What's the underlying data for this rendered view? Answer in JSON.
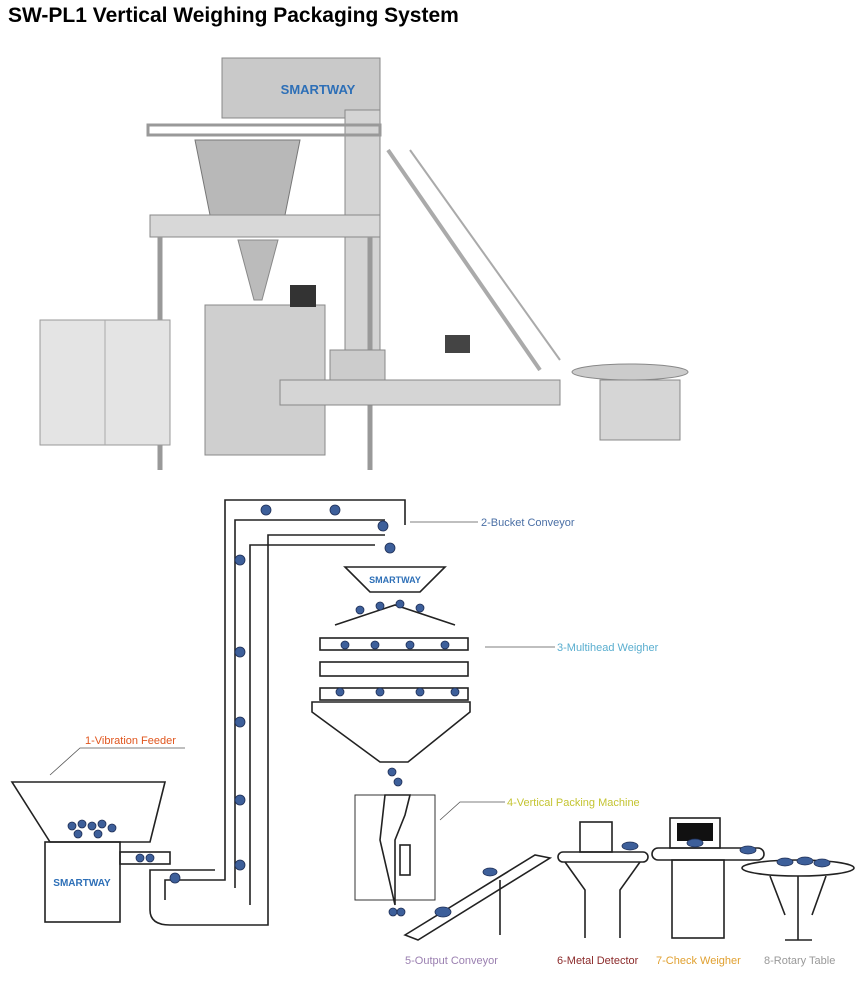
{
  "title": "SW-PL1 Vertical Weighing Packaging System",
  "logo_text": "SMARTWAY",
  "labels": [
    {
      "text": "1-Vibration Feeder",
      "color": "#e0561e"
    },
    {
      "text": "2-Bucket Conveyor",
      "color": "#4a6fa5"
    },
    {
      "text": "3-Multihead Weigher",
      "color": "#5aaecf"
    },
    {
      "text": "4-Vertical Packing Machine",
      "color": "#c4c432"
    },
    {
      "text": "5-Output Conveyor",
      "color": "#9a7fb0"
    },
    {
      "text": "6-Metal Detector",
      "color": "#8b2a2a"
    },
    {
      "text": "7-Check Weigher",
      "color": "#e0a030"
    },
    {
      "text": "8-Rotary Table",
      "color": "#999999"
    }
  ]
}
